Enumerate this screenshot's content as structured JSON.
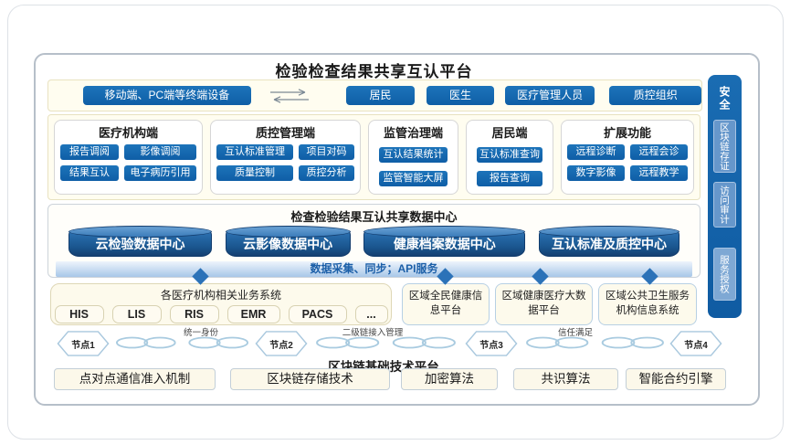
{
  "platform": {
    "title": "检验检查结果共享互认平台"
  },
  "access_row": {
    "terminal_label": "移动端、PC端等终端设备",
    "roles": [
      "居民",
      "医生",
      "医疗管理人员",
      "质控组织"
    ]
  },
  "client_sections": [
    {
      "title": "医疗机构端",
      "modules": [
        "报告调阅",
        "影像调阅",
        "结果互认",
        "电子病历引用"
      ]
    },
    {
      "title": "质控管理端",
      "modules": [
        "互认标准管理",
        "项目对码",
        "质量控制",
        "质控分析"
      ]
    },
    {
      "title": "监管治理端",
      "modules": [
        "互认结果统计",
        "监管智能大屏"
      ]
    },
    {
      "title": "居民端",
      "modules": [
        "互认标准查询",
        "报告查询"
      ]
    },
    {
      "title": "扩展功能",
      "modules": [
        "远程诊断",
        "远程会诊",
        "数字影像",
        "远程教学"
      ]
    }
  ],
  "data_center": {
    "title": "检查检验结果互认共享数据中心",
    "stores": [
      "云检验数据中心",
      "云影像数据中心",
      "健康档案数据中心",
      "互认标准及质控中心"
    ],
    "service_band": "数据采集、同步；API服务"
  },
  "source_layer": {
    "hospital_systems": {
      "title": "各医疗机构相关业务系统",
      "systems": [
        "HIS",
        "LIS",
        "RIS",
        "EMR",
        "PACS",
        "..."
      ]
    },
    "platforms": [
      "区域全民健康信息平台",
      "区域健康医疗大数据平台",
      "区域公共卫生服务机构信息系统"
    ]
  },
  "blockchain_layer": {
    "nodes": [
      "节点1",
      "节点2",
      "节点3",
      "节点4"
    ],
    "chain_labels": [
      "统一身份",
      "二级链接入管理",
      "信任满足"
    ],
    "title": "区块链基础技术平台",
    "technologies": [
      "点对点通信准入机制",
      "区块链存储技术",
      "加密算法",
      "共识算法",
      "智能合约引擎"
    ]
  },
  "security_sidebar": {
    "title": "安全",
    "items": [
      "区块链存证",
      "访问审计",
      "服务授权"
    ]
  },
  "colors": {
    "primary_blue": "#1266ae",
    "cylinder_blue": "#1a568f",
    "band_blue": "#a8c7e8",
    "diamond_blue": "#2b72b8",
    "cream": "#fffdf0"
  }
}
